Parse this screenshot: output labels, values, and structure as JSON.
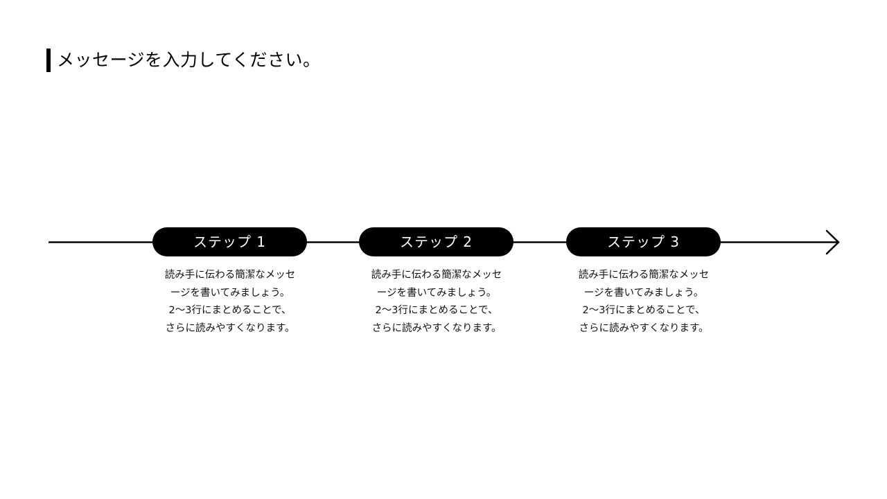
{
  "slide": {
    "title": "メッセージを入力してください。",
    "colors": {
      "background": "#ffffff",
      "accent": "#000000",
      "pill_text": "#ffffff"
    }
  },
  "steps": [
    {
      "label": "ステップ 1",
      "description": [
        "読み手に伝わる簡潔なメッセ",
        "ージを書いてみましょう。",
        "2〜3行にまとめることで、",
        "さらに読みやすくなります。"
      ]
    },
    {
      "label": "ステップ 2",
      "description": [
        "読み手に伝わる簡潔なメッセ",
        "ージを書いてみましょう。",
        "2〜3行にまとめることで、",
        "さらに読みやすくなります。"
      ]
    },
    {
      "label": "ステップ 3",
      "description": [
        "読み手に伝わる簡潔なメッセ",
        "ージを書いてみましょう。",
        "2〜3行にまとめることで、",
        "さらに読みやすくなります。"
      ]
    }
  ],
  "timeline": {
    "icon": "arrow-right-icon"
  }
}
